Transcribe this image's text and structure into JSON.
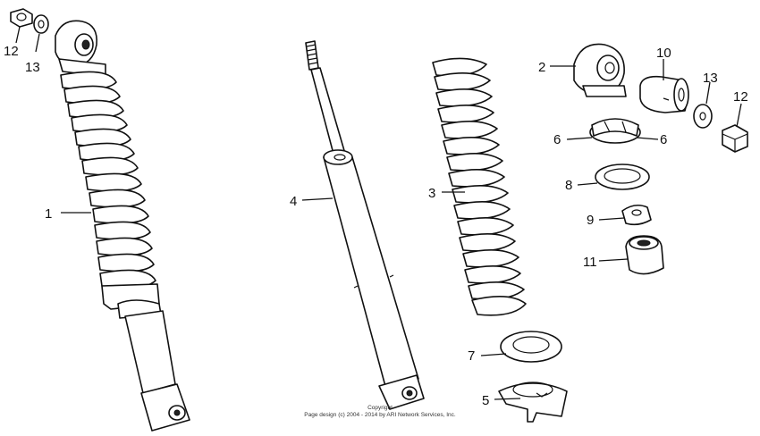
{
  "callouts": {
    "c1": "1",
    "c2": "2",
    "c3": "3",
    "c4": "4",
    "c5": "5",
    "c6a": "6",
    "c6b": "6",
    "c7": "7",
    "c8": "8",
    "c9": "9",
    "c10": "10",
    "c11": "11",
    "c12a": "12",
    "c12b": "12",
    "c13a": "13",
    "c13b": "13"
  },
  "footer": {
    "line1": "Copyright",
    "line2": "Page design (c) 2004 - 2014 by ARI Network Services, Inc."
  },
  "colors": {
    "ink": "#111111",
    "paper": "#ffffff"
  }
}
